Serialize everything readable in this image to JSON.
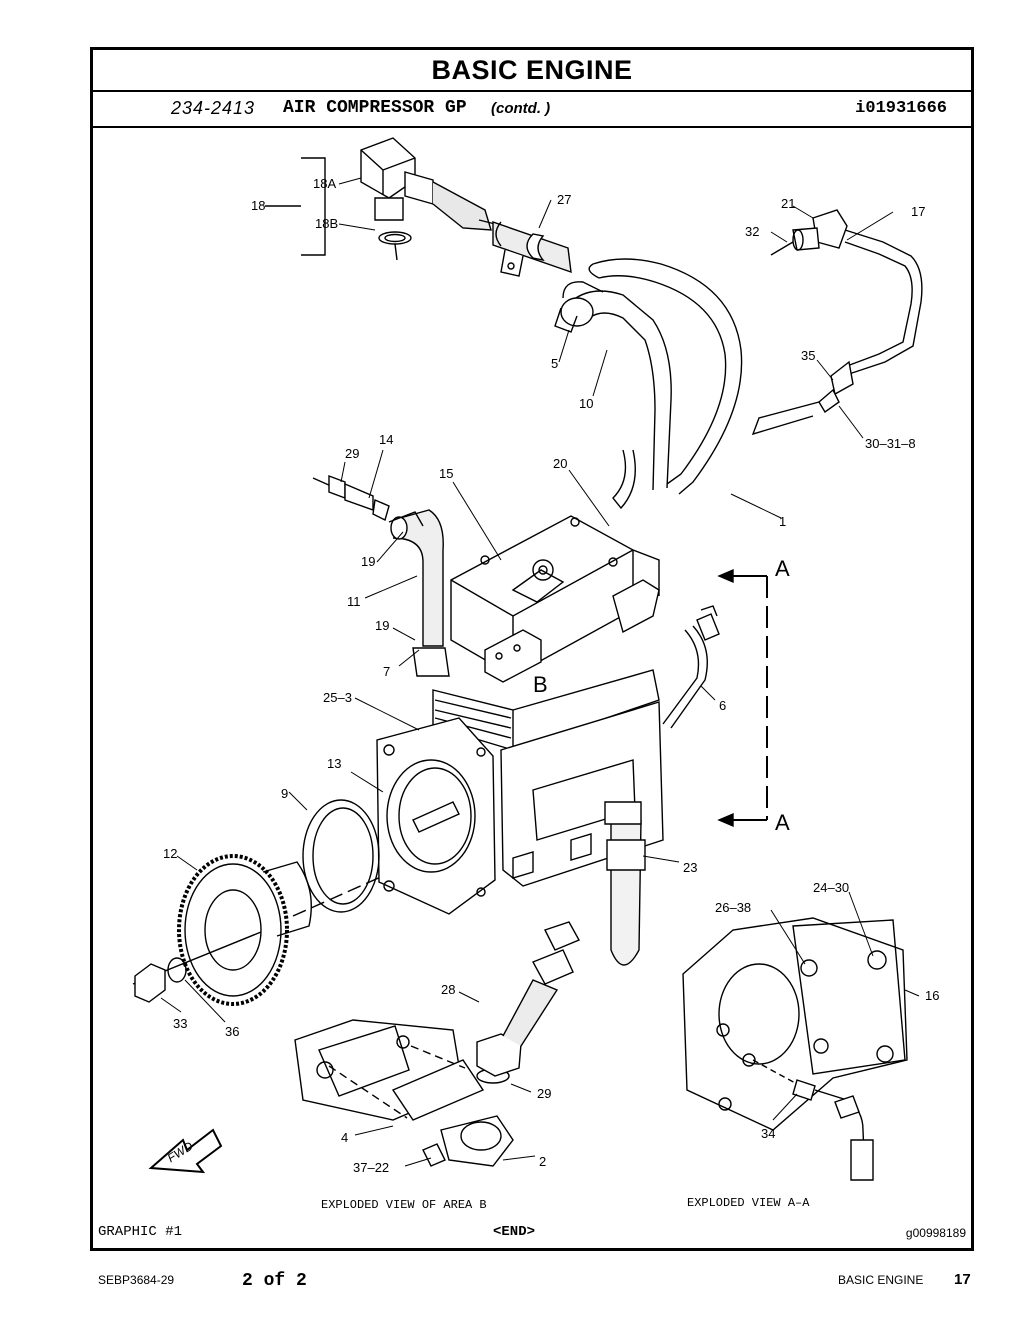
{
  "header": {
    "section_title": "BASIC ENGINE",
    "group_number": "234-2413",
    "group_name": "AIR COMPRESSOR GP",
    "group_contd": "(contd. )",
    "illustration_id": "i01931666"
  },
  "callouts": {
    "c18": "18",
    "c18a": "18A",
    "c18b": "18B",
    "c27": "27",
    "c21": "21",
    "c17": "17",
    "c32": "32",
    "c5": "5",
    "c10": "10",
    "c35": "35",
    "c30_31_8": "30–31–8",
    "c29": "29",
    "c14": "14",
    "c15": "15",
    "c20": "20",
    "c1": "1",
    "c19": "19",
    "c11": "11",
    "c19b": "19",
    "c7": "7",
    "c25_3": "25–3",
    "c6": "6",
    "c13": "13",
    "c9": "9",
    "c12": "12",
    "c23": "23",
    "c24_30": "24–30",
    "c26_38": "26–38",
    "c16": "16",
    "c33": "33",
    "c36": "36",
    "c28": "28",
    "c29b": "29",
    "c4": "4",
    "c37_22": "37–22",
    "c2": "2",
    "c34": "34",
    "sectionA_top": "A",
    "sectionA_bottom": "A",
    "areaB": "B",
    "fwd": "FWD"
  },
  "captions": {
    "exploded_b": "EXPLODED VIEW OF AREA B",
    "exploded_aa": "EXPLODED VIEW A–A"
  },
  "frame_footer": {
    "graphic": "GRAPHIC #1",
    "end": "<END>",
    "graphic_id": "g00998189"
  },
  "page_footer": {
    "document": "SEBP3684-29",
    "page_of": "2 of 2",
    "section": "BASIC ENGINE",
    "page_number": "17"
  }
}
